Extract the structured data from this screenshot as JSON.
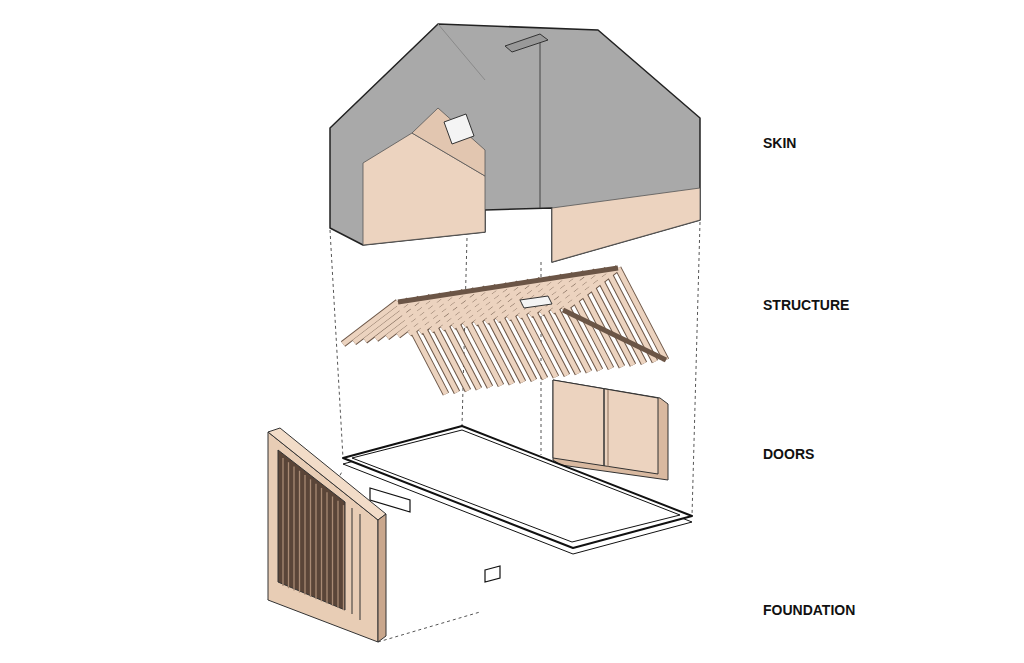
{
  "diagram": {
    "labels": [
      "SKIN",
      "STRUCTURE",
      "DOORS",
      "FOUNDATION"
    ]
  }
}
